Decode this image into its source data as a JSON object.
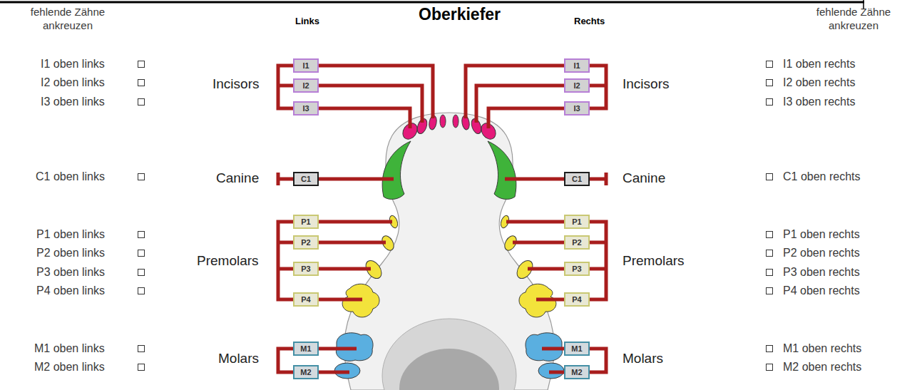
{
  "diagram": {
    "title": "Oberkiefer",
    "nodes": [
      {
        "text": [
          "I1"
        ]
      },
      {
        "text": [
          "I2"
        ]
      },
      {
        "text": [
          "I3"
        ]
      },
      {
        "text": [
          "C1"
        ]
      },
      {
        "text": [
          "P1"
        ]
      },
      {
        "text": [
          "P2"
        ]
      },
      {
        "text": [
          "P3"
        ]
      },
      {
        "text": [
          "P4"
        ]
      },
      {
        "text": [
          "M1"
        ]
      },
      {
        "text": [
          "M2"
        ]
      },
      {
        "text": [
          "I1"
        ]
      },
      {
        "text": [
          "I2"
        ]
      },
      {
        "text": [
          "I3"
        ]
      },
      {
        "text": [
          "C1"
        ]
      },
      {
        "text": [
          "P1"
        ]
      },
      {
        "text": [
          "P2"
        ]
      },
      {
        "text": [
          "P3"
        ]
      },
      {
        "text": [
          "P4"
        ]
      },
      {
        "text": [
          "M1"
        ]
      },
      {
        "text": [
          "M2"
        ]
      }
    ],
    "labels": [
      "fehlende Zähne ankreuzen",
      "Links",
      "Rechts",
      "fehlende Zähne ankreuzen",
      "I1 oben links",
      "I2 oben links",
      "I3 oben links",
      "C1 oben links",
      "P1 oben links",
      "P2 oben links",
      "P3 oben links",
      "P4 oben links",
      "M1 oben links",
      "M2 oben links",
      "Incisors",
      "Canine",
      "Premolars",
      "Molars",
      "Incisors",
      "Canine",
      "Premolars",
      "Molars",
      "I1 oben rechts",
      "I2 oben rechts",
      "I3 oben rechts",
      "C1 oben rechts",
      "P1 oben rechts",
      "P2 oben rechts",
      "P3 oben rechts",
      "P4 oben rechts",
      "M1 oben rechts",
      "M2 oben rechts"
    ]
  }
}
